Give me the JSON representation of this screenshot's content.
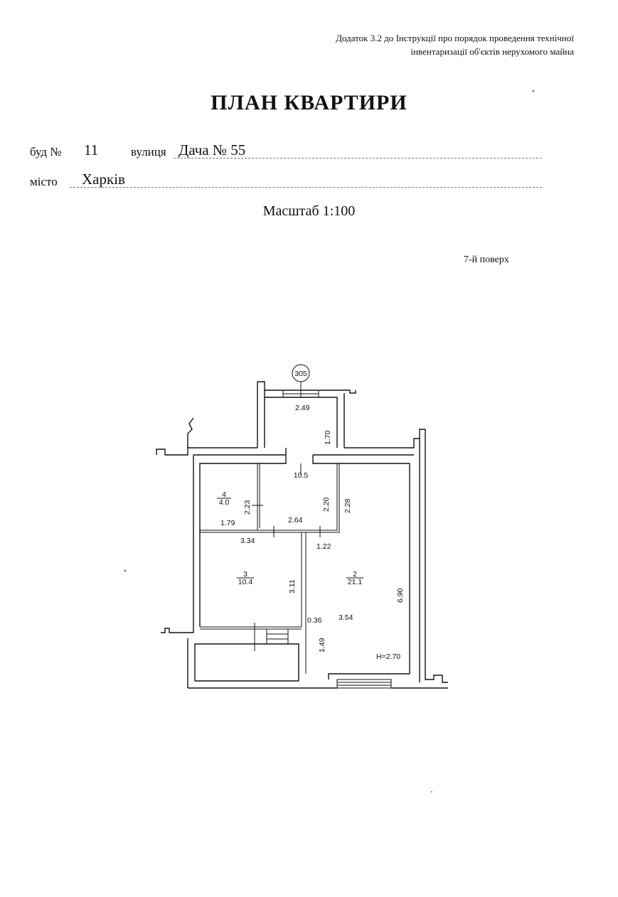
{
  "header": {
    "appendix_line1": "Додаток 3.2 до Інструкції про порядок проведення технічної",
    "appendix_line2": "інвентаризації об'єктів нерухомого майна"
  },
  "title": "ПЛАН КВАРТИРИ",
  "address": {
    "building_label": "буд №",
    "building_number": "11",
    "street_label": "вулиця",
    "street_value": "Дача № 55",
    "city_label": "місто",
    "city_value": "Харків"
  },
  "scale": "Масштаб 1:100",
  "floor": "7-й поверх",
  "plan": {
    "axis_marker": "305",
    "ceiling_height": "H=2.70",
    "rooms": [
      {
        "number": "",
        "area": "10.5"
      },
      {
        "number": "2",
        "area": "21.1"
      },
      {
        "number": "3",
        "area": "10.4"
      },
      {
        "number": "4",
        "area": "4.0"
      }
    ],
    "dimensions": {
      "d249": "2.49",
      "d170": "1.70",
      "d223": "2.23",
      "d220": "2.20",
      "d228": "2.28",
      "d179": "1.79",
      "d264": "2.64",
      "d334": "3.34",
      "d122": "1.22",
      "d311": "3.11",
      "d690": "6.90",
      "d036": "0.36",
      "d354": "3.54",
      "d149": "1.49"
    }
  }
}
